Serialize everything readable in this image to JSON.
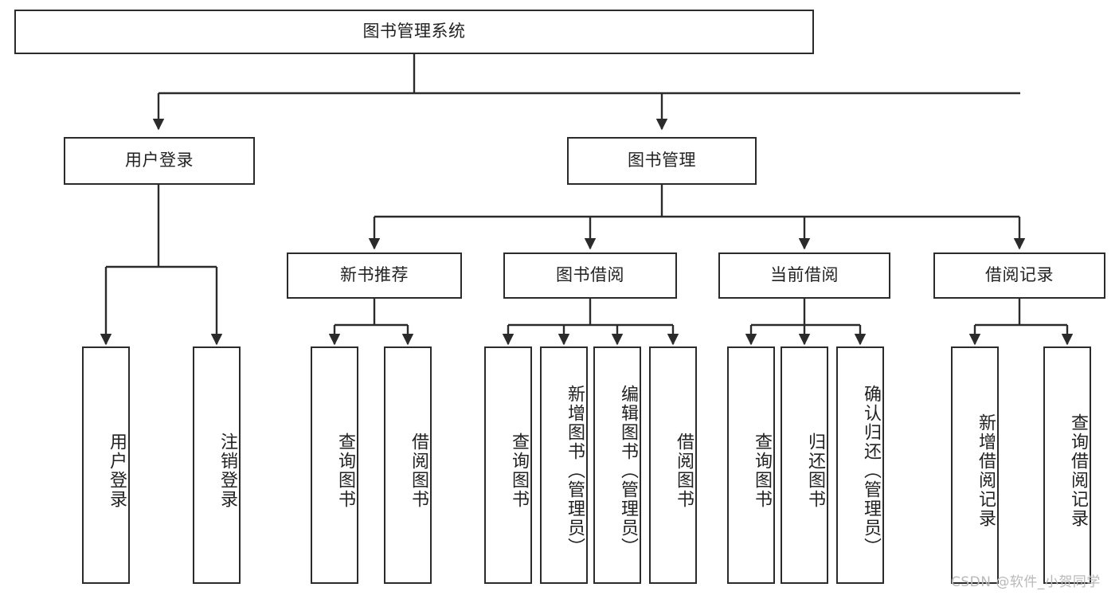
{
  "diagram": {
    "title": "图书管理系统",
    "type": "tree-hierarchy-chart",
    "watermark": "CSDN @软件_小贺同学",
    "colors": {
      "box_border": "#2b2b2b",
      "box_fill": "#ffffff",
      "connector": "#2b2b2b",
      "text": "#222222",
      "watermark": "#b9b9b9"
    },
    "nodes": {
      "root": {
        "label": "图书管理系统"
      },
      "level2": [
        {
          "label": "用户登录"
        },
        {
          "label": "图书管理"
        }
      ],
      "level3": [
        {
          "label": "新书推荐"
        },
        {
          "label": "图书借阅"
        },
        {
          "label": "当前借阅"
        },
        {
          "label": "借阅记录"
        }
      ],
      "leaves": {
        "user_login": [
          {
            "label": "用户登录"
          },
          {
            "label": "注销登录"
          }
        ],
        "new_book_recommend": [
          {
            "label": "查询图书"
          },
          {
            "label": "借阅图书"
          }
        ],
        "book_borrow": [
          {
            "label": "查询图书"
          },
          {
            "label": "新增图书（管理员）"
          },
          {
            "label": "编辑图书（管理员）"
          },
          {
            "label": "借阅图书"
          }
        ],
        "current_borrow": [
          {
            "label": "查询图书"
          },
          {
            "label": "归还图书"
          },
          {
            "label": "确认归还（管理员）"
          }
        ],
        "borrow_record": [
          {
            "label": "新增借阅记录"
          },
          {
            "label": "查询借阅记录"
          }
        ]
      }
    }
  }
}
